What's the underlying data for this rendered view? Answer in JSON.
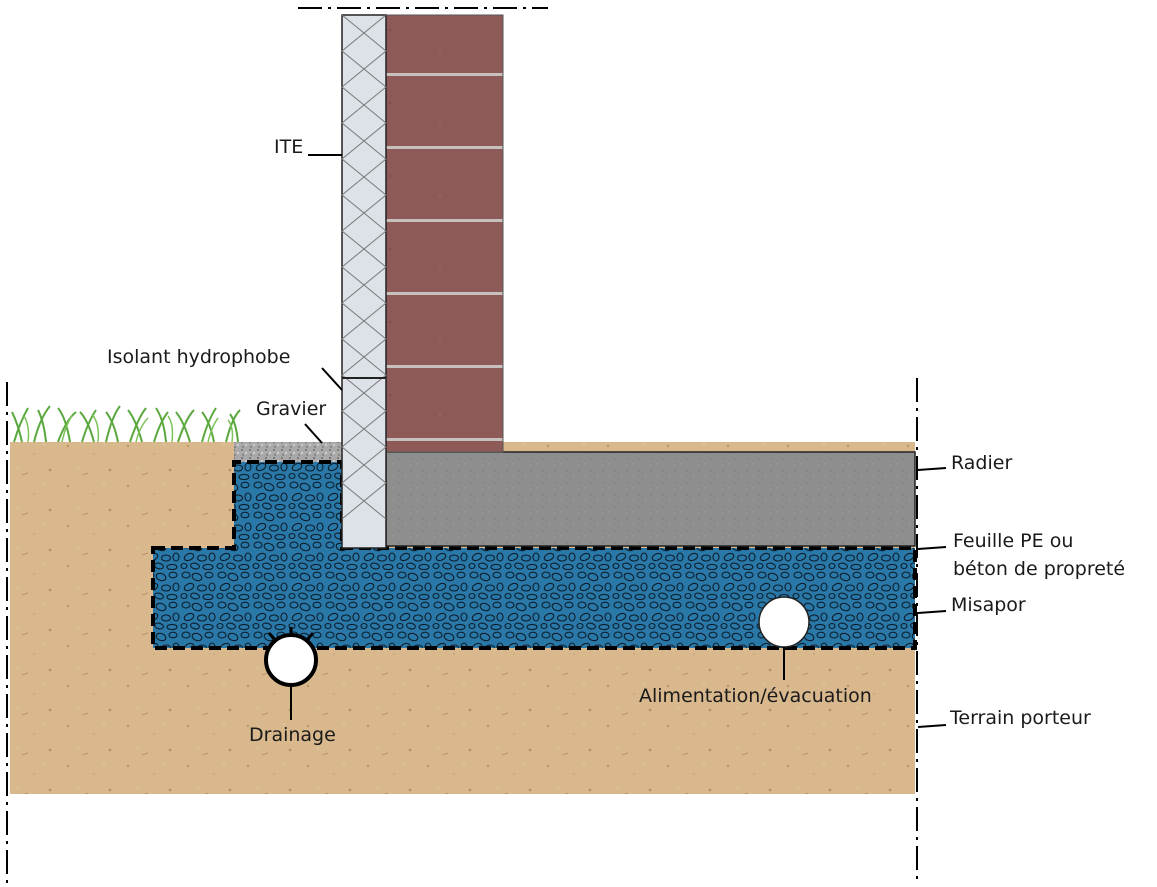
{
  "labels": {
    "ite": "ITE",
    "isolant": "Isolant hydrophobe",
    "gravier": "Gravier",
    "radier": "Radier",
    "feuille_line1": "Feuille PE ou",
    "feuille_line2": "béton de propreté",
    "misapor": "Misapor",
    "drainage": "Drainage",
    "alimentation": "Alimentation/évacuation",
    "terrain": "Terrain porteur"
  },
  "colors": {
    "soil": "#d8b88c",
    "misapor": "#2a78a8",
    "concrete": "#8c8c8c",
    "brick": "#8e5a58",
    "insulation": "#dde2e8",
    "gravel": "#a6a6a6",
    "grass": "#5aa83e"
  }
}
